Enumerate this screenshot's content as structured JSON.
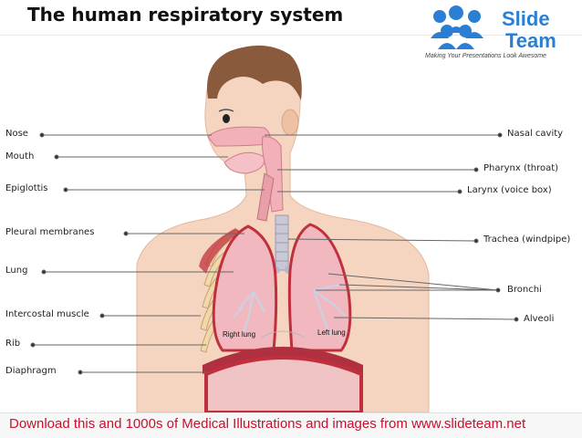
{
  "title": "The human respiratory system",
  "logo": {
    "line1": "Slide",
    "line2": "Team",
    "tagline": "Making Your Presentations Look Awesome"
  },
  "labels_left": [
    "Nose",
    "Mouth",
    "Epiglottis",
    "Pleural membranes",
    "Lung",
    "Intercostal muscle",
    "Rib",
    "Diaphragm"
  ],
  "labels_right": [
    "Nasal cavity",
    "Pharynx (throat)",
    "Larynx (voice box)",
    "Trachea (windpipe)",
    "Bronchi",
    "Alveoli"
  ],
  "lung_labels": {
    "right": "Right lung",
    "left": "Left lung"
  },
  "footer": "Download this and 1000s of Medical Illustrations and images from www.slideteam.net",
  "colors": {
    "accent": "#c8102e",
    "skin": "#f5d5c0",
    "lung": "#f2b8c0",
    "hair": "#8a5a3c",
    "logo_blue": "#2a7fd4"
  }
}
